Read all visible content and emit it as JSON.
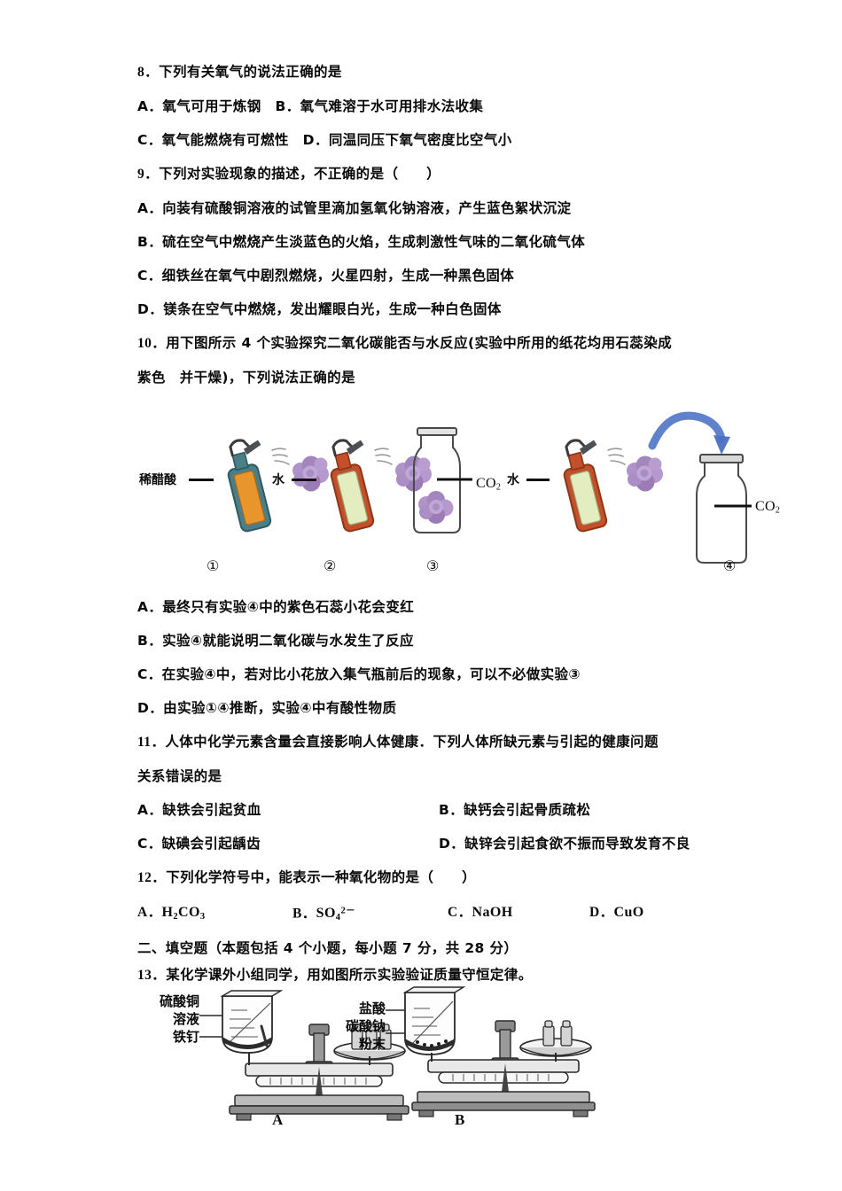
{
  "document": {
    "type": "chemistry-exam-page",
    "language": "zh-CN"
  },
  "questions": [
    {
      "number": "8．",
      "stem": "下列有关氧气的说法正确的是",
      "option_lines": [
        "A．氧气可用于炼钢　B．氧气难溶于水可用排水法收集",
        "C．氧气能燃烧有可燃性　D．同温同压下氧气密度比空气小"
      ]
    },
    {
      "number": "9．",
      "stem": "下列对实验现象的描述，不正确的是（　　）",
      "option_lines": [
        "A．向装有硫酸铜溶液的试管里滴加氢氧化钠溶液，产生蓝色絮状沉淀",
        "B．硫在空气中燃烧产生淡蓝色的火焰，生成刺激性气味的二氧化硫气体",
        "C．细铁丝在氧气中剧烈燃烧，火星四射，生成一种黑色固体",
        "D．镁条在空气中燃烧，发出耀眼白光，生成一种白色固体"
      ]
    },
    {
      "number": "10．",
      "stem_line1": "用下图所示 4 个实验探究二氧化碳能否与水反应(实验中所用的纸花均用石蕊染成",
      "stem_line2": "紫色　并干燥)，下列说法正确的是",
      "option_lines": [
        "A．最终只有实验④中的紫色石蕊小花会变红",
        "B．实验④就能说明二氧化碳与水发生了反应",
        "C．在实验④中，若对比小花放入集气瓶前后的现象，可以不必做实验③",
        "D．由实验①④推断，实验④中有酸性物质"
      ]
    },
    {
      "number": "11．",
      "stem_line1": "人体中化学元素含量会直接影响人体健康．下列人体所缺元素与引起的健康问题",
      "stem_line2": "关系错误的是",
      "options_grid": [
        {
          "left": "A．缺铁会引起贫血",
          "right": "B．缺钙会引起骨质疏松"
        },
        {
          "left": "C．缺碘会引起龋齿",
          "right": "D．缺锌会引起食欲不振而导致发育不良"
        }
      ]
    },
    {
      "number": "12．",
      "stem": "下列化学符号中，能表示一种氧化物的是（　　）",
      "formula_options": [
        {
          "letter": "A．",
          "formula_html": "H<sub>2</sub>CO<sub>3</sub>"
        },
        {
          "letter": "B．",
          "formula_html": "SO<sub>4</sub><sup>2－</sup>"
        },
        {
          "letter": "C．",
          "formula_html": "NaOH"
        },
        {
          "letter": "D．",
          "formula_html": "CuO"
        }
      ]
    }
  ],
  "section_heading": "二、填空题（本题包括 4 个小题，每小题 7 分，共 28 分）",
  "question13": {
    "number": "13．",
    "stem": "某化学课外小组同学，用如图所示实验验证质量守恒定律。"
  },
  "figure_co2": {
    "experiments": [
      {
        "id": "exp1",
        "marker": "①",
        "spray_label": "稀醋酸",
        "bottle_color": "#4b7f88",
        "liquid_color": "#e8952c"
      },
      {
        "id": "exp2",
        "marker": "②",
        "spray_label": "水",
        "bottle_color": "#c2502a",
        "liquid_color": "#e4edc0"
      },
      {
        "id": "exp3",
        "marker": "③",
        "jar_label": "CO",
        "jar_label_sub": "2",
        "flower_inside": "yes"
      },
      {
        "id": "exp4",
        "marker": "④",
        "spray_label": "水",
        "bottle_color": "#c2502a",
        "liquid_color": "#e4edc0",
        "jar_label": "CO",
        "jar_label_sub": "2",
        "arrow": "curved-blue-arrow"
      }
    ],
    "flower_color": "#a98bc0",
    "arrow_color": "#4a6fc4"
  },
  "figure_balance": {
    "items": [
      {
        "id": "balance-A",
        "caption": "A",
        "labels": [
          "硫酸铜",
          "溶液",
          "铁钉"
        ]
      },
      {
        "id": "balance-B",
        "caption": "B",
        "labels": [
          "盐酸",
          "碳酸钠",
          "粉末"
        ]
      }
    ]
  }
}
